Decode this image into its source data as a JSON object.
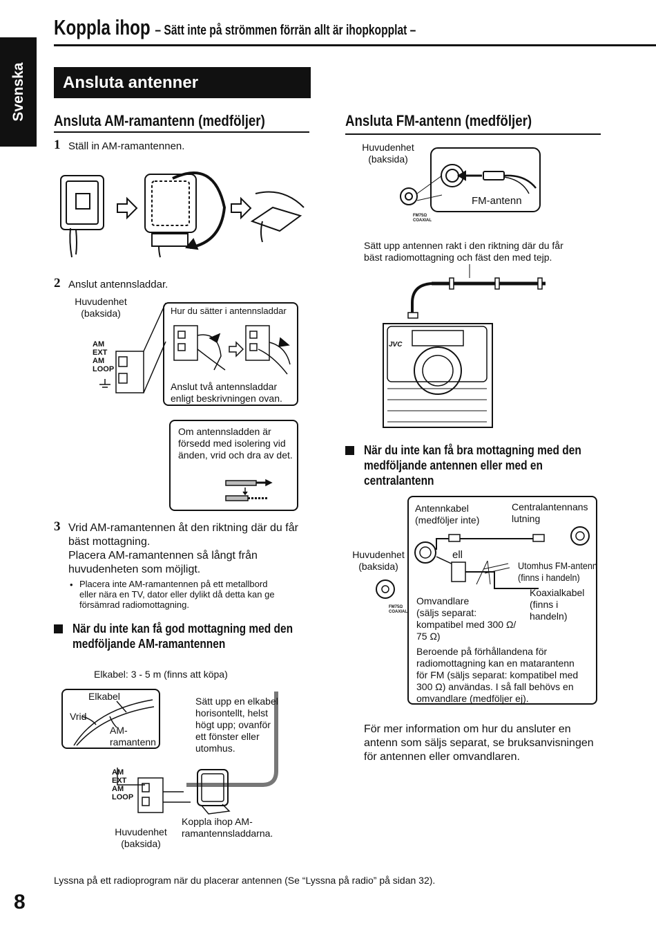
{
  "side_tab": "Svenska",
  "header": {
    "title": "Koppla ihop",
    "subtitle": "– Sätt inte på strömmen förrän allt är ihopkopplat –"
  },
  "section_title": "Ansluta antenner",
  "am": {
    "heading": "Ansluta AM-ramantenn (medföljer)",
    "step1": {
      "num": "1",
      "text": "Ställ in AM-ramantennen."
    },
    "step2": {
      "num": "2",
      "text": "Anslut antennsladdar."
    },
    "main_unit_label": "Huvudenhet\n(baksida)",
    "terminal_labels": [
      "AM",
      "EXT",
      "AM",
      "LOOP"
    ],
    "howto_box_title": "Hur du sätter i antennsladdar",
    "howto_box_caption": "Anslut två antennsladdar\nenligt beskrivningen ovan.",
    "insulation_box_text": "Om antennsladden är\nförsedd med isolering vid\nänden, vrid och dra av det.",
    "step3": {
      "num": "3",
      "line1": "Vrid AM-ramantennen åt den riktning där du får",
      "line2": "bäst mottagning.",
      "line3": "Placera AM-ramantennen så långt från",
      "line4": "huvudenheten som möjligt.",
      "bullet": "Placera inte AM-ramantennen på ett metallbord\neller nära en TV, dator eller dylikt då detta kan ge\nförsämrad radiomottagning."
    },
    "poor_heading": "När du inte kan få god mottagning med den\nmedföljande AM-ramantennen",
    "wire_label": "Elkabel: 3 - 5 m (finns att köpa)",
    "inset_elkabel": "Elkabel",
    "inset_vrid": "Vrid",
    "inset_am": "AM-\nramantenn",
    "wire_note": "Sätt upp en elkabel\nhorisontellt, helst\nhögt upp; ovanför\nett fönster eller\nutomhus.",
    "bottom_main_unit": "Huvudenhet\n(baksida)",
    "bottom_connect": "Koppla ihop AM-\nramantennsladdarna."
  },
  "fm": {
    "heading": "Ansluta FM-antenn (medföljer)",
    "main_unit_label": "Huvudenhet\n(baksida)",
    "fm_antenna_label": "FM-antenn",
    "jack_label": "FM75Ω\nCOAXIAL",
    "instruction": "Sätt upp antennen rakt i den riktning där du får\nbäst radiomottagning och fäst den med tejp.",
    "brand": "JVC",
    "poor_heading": "När du inte kan få bra mottagning med den\nmedföljande antennen eller med en\ncentralantenn",
    "antenna_cable": "Antennkabel\n(medföljer inte)",
    "central_outlet": "Centralantennans\nlutning",
    "main_unit_label2": "Huvudenhet\n(baksida)",
    "or": "ell",
    "outdoor": "Utomhus FM-antenn\n(finns i handeln)",
    "coax": "Koaxialkabel\n(finns i\nhandeln)",
    "converter": "Omvandlare\n(säljs separat:\nkompatibel med 300 Ω/\n75 Ω)",
    "depending": "Beroende på förhållandena för\nradiomottagning kan en matarantenn\nför FM (säljs separat: kompatibel med\n300 Ω) användas. I så fall behövs en\nomvandlare (medföljer ej).",
    "more_info": "För mer information om hur du ansluter en\nantenn som säljs separat, se bruksanvisningen\nför antennen eller omvandlaren."
  },
  "footer_note": "Lyssna på ett radioprogram när du placerar antennen (Se “Lyssna på radio” på sidan 32).",
  "page_number": "8"
}
